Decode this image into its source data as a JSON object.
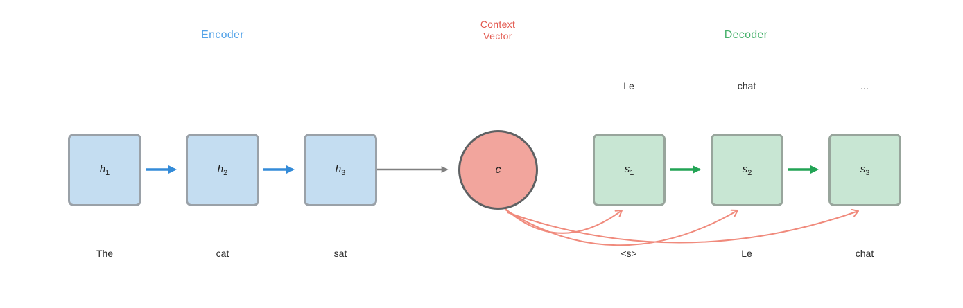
{
  "labels": {
    "encoder": "Encoder",
    "context_vector": "Context\nVector",
    "decoder": "Decoder"
  },
  "encoder": {
    "states": [
      {
        "base": "h",
        "sub": "1"
      },
      {
        "base": "h",
        "sub": "2"
      },
      {
        "base": "h",
        "sub": "3"
      }
    ],
    "inputs": [
      "The",
      "cat",
      "sat"
    ]
  },
  "context": {
    "symbol": "c"
  },
  "decoder": {
    "states": [
      {
        "base": "s",
        "sub": "1"
      },
      {
        "base": "s",
        "sub": "2"
      },
      {
        "base": "s",
        "sub": "3"
      }
    ],
    "inputs": [
      "<s>",
      "Le",
      "chat"
    ],
    "outputs": [
      "Le",
      "chat",
      "..."
    ]
  },
  "colors": {
    "encoder_label": "#54A3E8",
    "context_label": "#E2574D",
    "decoder_label": "#48B16C",
    "encoder_box_fill": "#C4DDF1",
    "encoder_box_border": "#9AA1A8",
    "decoder_box_fill": "#C8E6D3",
    "decoder_box_border": "#98A59C",
    "context_circle_fill": "#F2A59D",
    "context_circle_border": "#5E6163",
    "encoder_arrow": "#348BD8",
    "decoder_arrow": "#22A455",
    "context_arrow": "#808080",
    "attention_arrow": "#F08A7C",
    "word_text": "#2d2d2d"
  }
}
